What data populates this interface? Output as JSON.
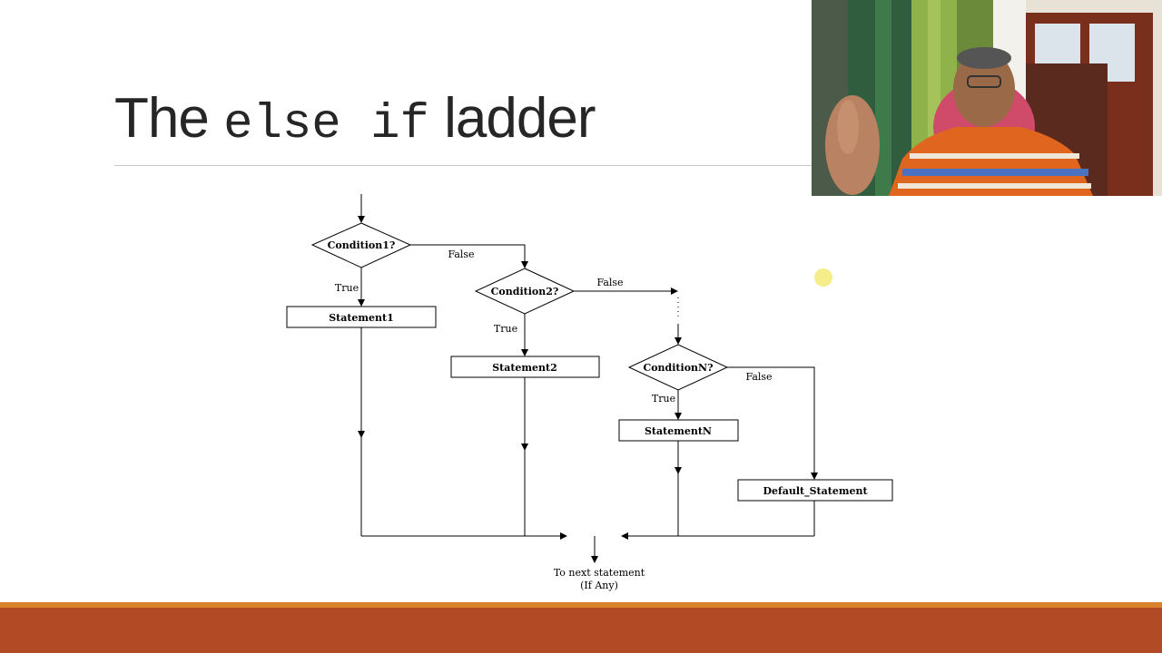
{
  "slide": {
    "title_part1": "The",
    "title_code": "else if",
    "title_part2": "ladder"
  },
  "flowchart": {
    "conditions": [
      "Condition1?",
      "Condition2?",
      "ConditionN?"
    ],
    "statements": [
      "Statement1",
      "Statement2",
      "StatementN",
      "Default_Statement"
    ],
    "true_label": "True",
    "false_label": "False",
    "end_line1": "To next statement",
    "end_line2": "(If Any)"
  },
  "colors": {
    "footer": "#b34a26",
    "footer_line": "#d9822b",
    "pointer": "#f3ea76"
  }
}
